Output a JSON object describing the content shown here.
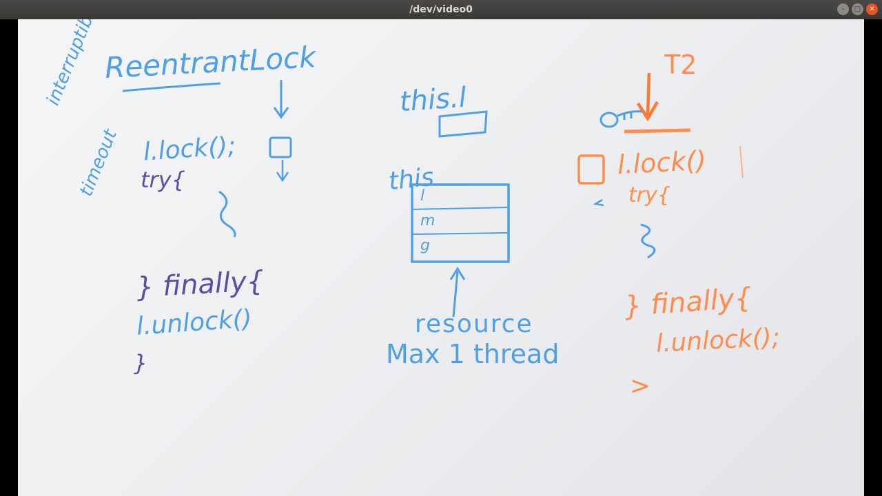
{
  "window": {
    "title": "/dev/video0"
  },
  "colors": {
    "blue_ink": "#4f9fe6",
    "purple_ink": "#5a4fa3",
    "orange_ink": "#ff8c4d",
    "close": "#e95420"
  },
  "board": {
    "left": {
      "heading": "ReentrantLock",
      "side_notes": [
        "interruptible",
        "timeout"
      ],
      "lock_call": "l.lock();",
      "try_open": "try{",
      "finally_open": "} finally{",
      "unlock_call": "l.unlock()",
      "close": "}"
    },
    "middle": {
      "this_top": "this.l",
      "this_label": "this",
      "fields": [
        "l",
        "m",
        "g"
      ],
      "resource": "resource",
      "max_thread": "Max 1 thread"
    },
    "right": {
      "thread": "T2",
      "lock_call": "l.lock()",
      "try_open": "try{",
      "finally_open": "} finally{",
      "unlock_call": "l.unlock();",
      "close": ">"
    }
  }
}
